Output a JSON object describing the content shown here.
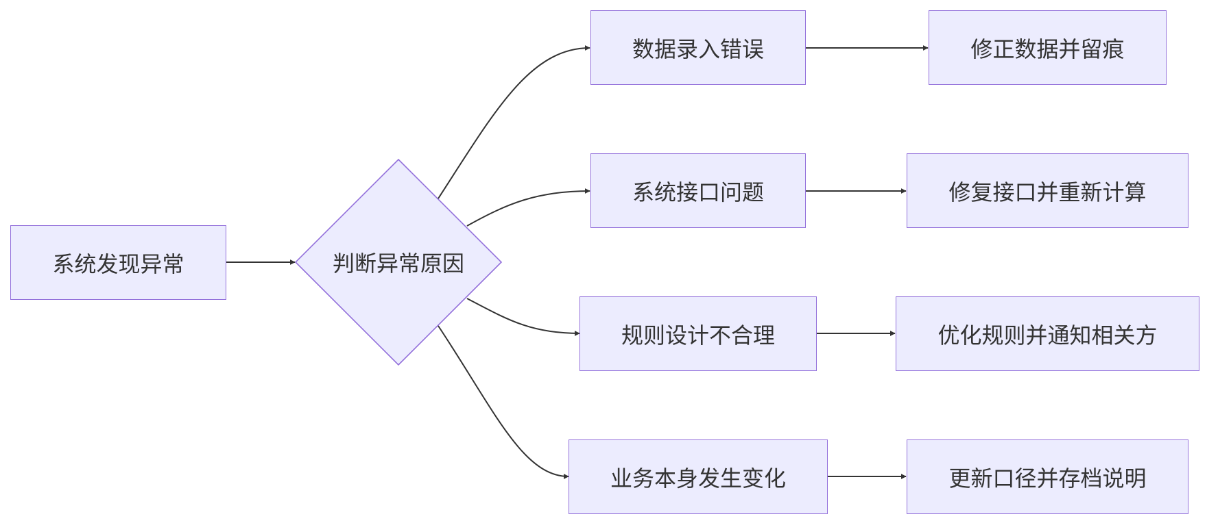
{
  "diagram": {
    "colors": {
      "node_fill": "#ececfe",
      "node_stroke": "#9370db",
      "edge": "#333333",
      "text": "#333333"
    },
    "nodes": {
      "start": {
        "label": "系统发现异常",
        "shape": "rectangle"
      },
      "decision": {
        "label": "判断异常原因",
        "shape": "diamond"
      },
      "cause_1": {
        "label": "数据录入错误",
        "shape": "rectangle"
      },
      "cause_2": {
        "label": "系统接口问题",
        "shape": "rectangle"
      },
      "cause_3": {
        "label": "规则设计不合理",
        "shape": "rectangle"
      },
      "cause_4": {
        "label": "业务本身发生变化",
        "shape": "rectangle"
      },
      "action_1": {
        "label": "修正数据并留痕",
        "shape": "rectangle"
      },
      "action_2": {
        "label": "修复接口并重新计算",
        "shape": "rectangle"
      },
      "action_3": {
        "label": "优化规则并通知相关方",
        "shape": "rectangle"
      },
      "action_4": {
        "label": "更新口径并存档说明",
        "shape": "rectangle"
      }
    },
    "edges": [
      {
        "from": "start",
        "to": "decision"
      },
      {
        "from": "decision",
        "to": "cause_1"
      },
      {
        "from": "decision",
        "to": "cause_2"
      },
      {
        "from": "decision",
        "to": "cause_3"
      },
      {
        "from": "decision",
        "to": "cause_4"
      },
      {
        "from": "cause_1",
        "to": "action_1"
      },
      {
        "from": "cause_2",
        "to": "action_2"
      },
      {
        "from": "cause_3",
        "to": "action_3"
      },
      {
        "from": "cause_4",
        "to": "action_4"
      }
    ]
  }
}
